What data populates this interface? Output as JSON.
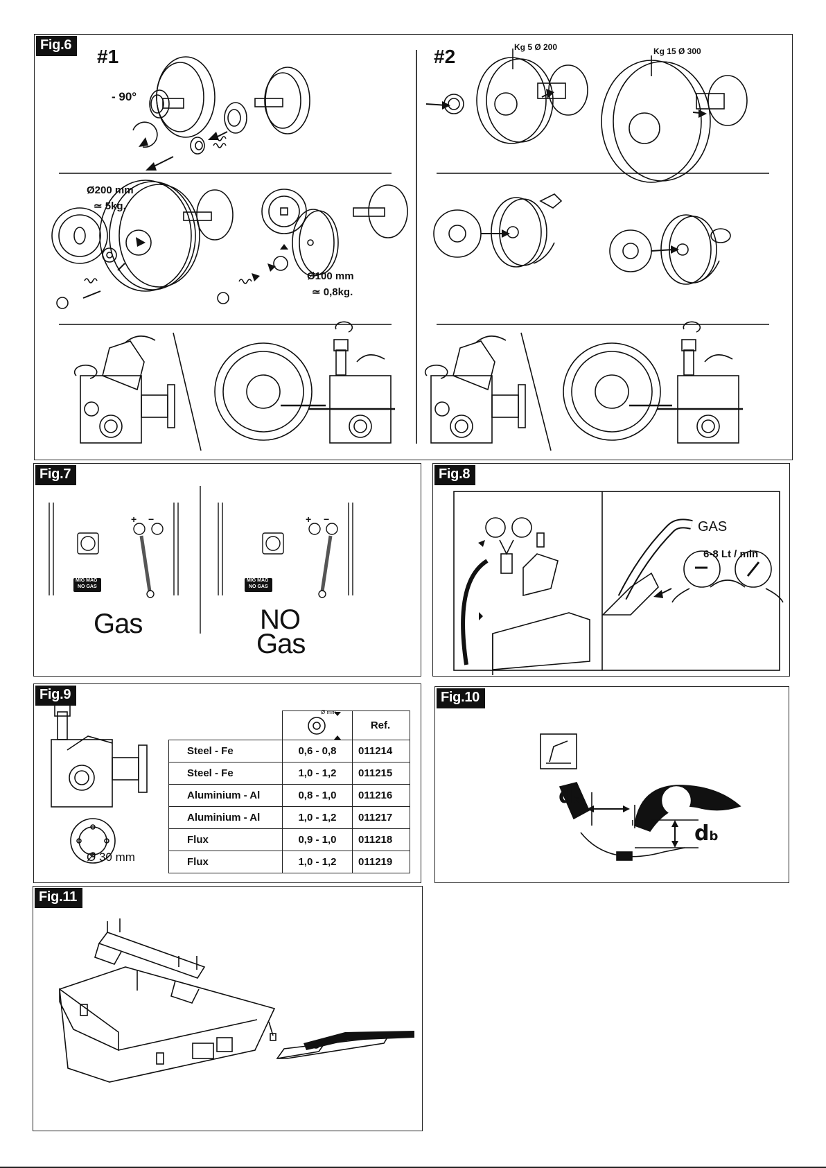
{
  "figures": {
    "fig6": {
      "tag": "Fig.6",
      "part1": "#1",
      "part2": "#2",
      "rotation": "- 90°",
      "spool_large": "Ø200 mm",
      "weight_large": "≃ 5kg.",
      "spool_small": "Ø100 mm",
      "weight_small": "≃ 0,8kg.",
      "spool_kg5": "Kg 5 Ø 200",
      "spool_kg15": "Kg 15 Ø 300"
    },
    "fig7": {
      "tag": "Fig.7",
      "gas": "Gas",
      "no_gas_1": "NO",
      "no_gas_2": "Gas",
      "plus": "+",
      "minus": "−",
      "mode_line1": "MIG MAG",
      "mode_line2": "NO GAS"
    },
    "fig8": {
      "tag": "Fig.8",
      "gas": "GAS",
      "flow": "6-8 Lt / min"
    },
    "fig9": {
      "tag": "Fig.9",
      "roller_dia": "Ø 30 mm",
      "wire_icon_label": "Ø mm.",
      "ref_header": "Ref.",
      "rows": [
        {
          "material": "Steel - Fe",
          "diameter": "0,6 - 0,8",
          "ref": "011214"
        },
        {
          "material": "Steel - Fe",
          "diameter": "1,0 - 1,2",
          "ref": "011215"
        },
        {
          "material": "Aluminium - Al",
          "diameter": "0,8 - 1,0",
          "ref": "011216"
        },
        {
          "material": "Aluminium - Al",
          "diameter": "1,0 - 1,2",
          "ref": "011217"
        },
        {
          "material": "Flux",
          "diameter": "0,9 - 1,0",
          "ref": "011218"
        },
        {
          "material": "Flux",
          "diameter": "1,0 - 1,2",
          "ref": "011219"
        }
      ]
    },
    "fig10": {
      "tag": "Fig.10",
      "da": "d",
      "da_sub": "a",
      "db": "d",
      "db_sub": "b"
    },
    "fig11": {
      "tag": "Fig.11"
    }
  }
}
